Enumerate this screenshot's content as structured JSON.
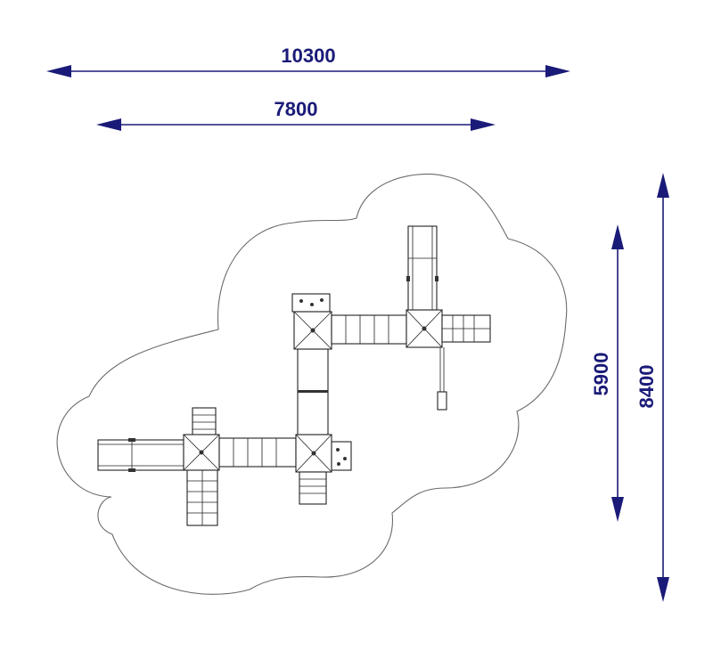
{
  "dimensions": {
    "total_width": "10300",
    "inner_width": "7800",
    "inner_height": "5900",
    "total_height": "8400"
  },
  "colors": {
    "dimension": "#1a1a78",
    "outline": "#222222",
    "safety_zone": "#6a6a6a"
  }
}
